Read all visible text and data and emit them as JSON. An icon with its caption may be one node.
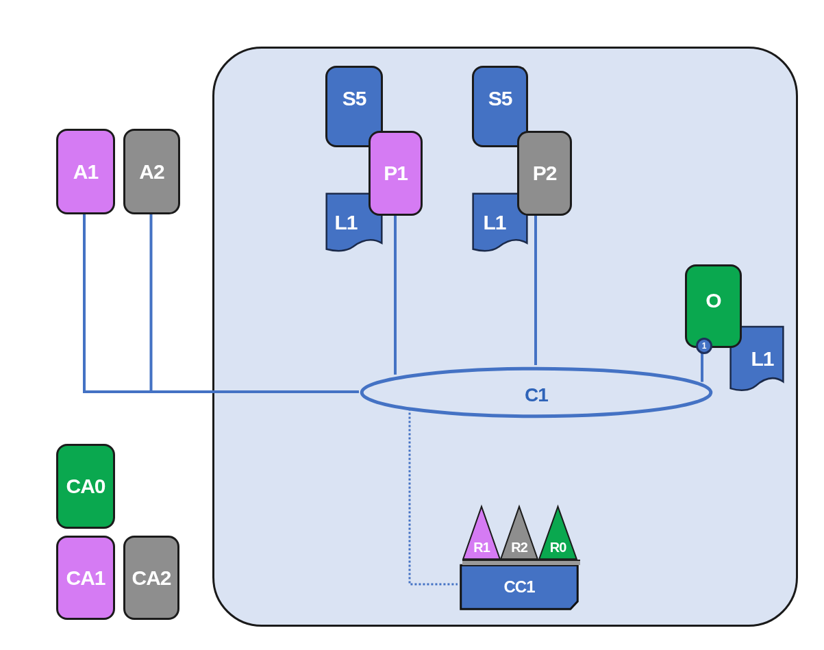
{
  "diagram": {
    "nodes": [
      {
        "text": [],
        "shape": "box"
      },
      {
        "text": [
          "A1"
        ]
      },
      {
        "text": [
          "A2"
        ]
      },
      {
        "text": [
          "S5"
        ],
        "in": 0
      },
      {
        "text": [
          "P1"
        ],
        "in": 0
      },
      {
        "text": [
          "L1"
        ],
        "in": 0
      },
      {
        "text": [
          "S5"
        ],
        "in": 0
      },
      {
        "text": [
          "P2"
        ],
        "in": 0
      },
      {
        "text": [
          "L1"
        ],
        "in": 0
      },
      {
        "text": [
          "O"
        ],
        "in": 0
      },
      {
        "text": [
          "1"
        ],
        "in": 0
      },
      {
        "text": [
          "L1"
        ],
        "in": 0
      },
      {
        "text": [
          "C1"
        ],
        "in": 0
      },
      {
        "text": [
          "R1"
        ],
        "in": 0
      },
      {
        "text": [
          "R2"
        ],
        "in": 0
      },
      {
        "text": [
          "R0"
        ],
        "in": 0
      },
      {
        "text": [
          "CC1"
        ],
        "in": 0
      },
      {
        "text": [
          "CA0"
        ]
      },
      {
        "text": [
          "CA1"
        ]
      },
      {
        "text": [
          "CA2"
        ]
      }
    ],
    "edges": [
      {
        "from": 1,
        "to": 12,
        "arrow": "none"
      },
      {
        "from": 2,
        "to": 12,
        "arrow": "none"
      },
      {
        "from": 4,
        "to": 12,
        "arrow": "none"
      },
      {
        "from": 7,
        "to": 12,
        "arrow": "none"
      },
      {
        "from": 10,
        "to": 12,
        "arrow": "none"
      },
      {
        "from": 12,
        "to": 16,
        "arrow": "none",
        "style": "dashed"
      }
    ]
  }
}
